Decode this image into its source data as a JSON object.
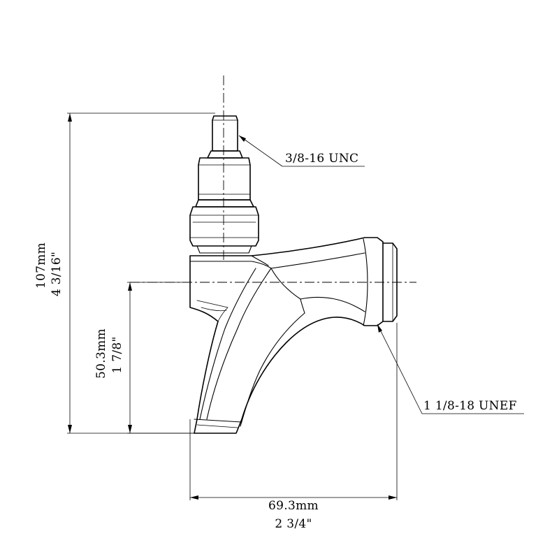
{
  "callouts": {
    "shank_thread": "3/8-16 UNC",
    "coupling_thread": "1 1/8-18 UNEF"
  },
  "dimensions": {
    "overall_height": {
      "metric": "107mm",
      "imperial": "4 3/16\""
    },
    "spout_height": {
      "metric": "50.3mm",
      "imperial": "1 7/8\""
    },
    "overall_width": {
      "metric": "69.3mm",
      "imperial": "2 3/4\""
    }
  }
}
